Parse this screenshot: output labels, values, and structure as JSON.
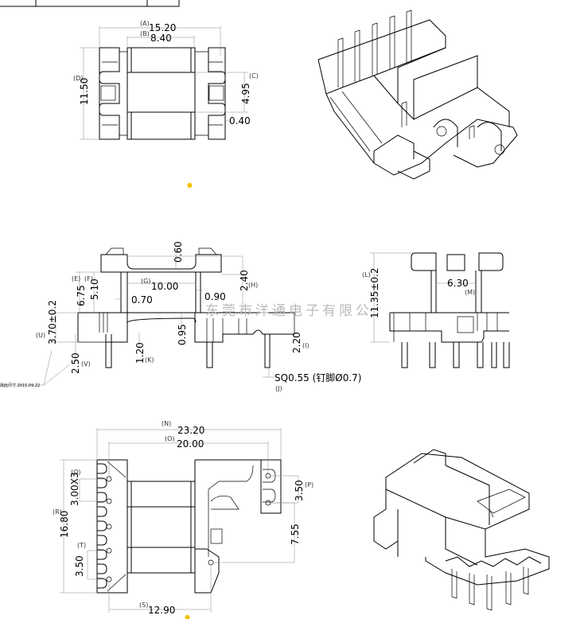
{
  "watermark": "东莞市洋通电子有限公",
  "stamp_note": "改此尺寸 2015.09.22",
  "top_view": {
    "dim_a": {
      "label": "(A)",
      "value": "15.20"
    },
    "dim_b": {
      "label": "(B)",
      "value": "8.40"
    },
    "dim_c": {
      "label": "(C)",
      "value": "4.95"
    },
    "dim_d": {
      "label": "(D)",
      "value": "11.50"
    },
    "dim_040": "0.40"
  },
  "side_view": {
    "dim_060": "0.60",
    "dim_g": {
      "label": "(G)",
      "value": "10.00"
    },
    "dim_070": "0.70",
    "dim_090": "0.90",
    "dim_h": {
      "label": "(H)",
      "value": "2.40"
    },
    "dim_e": {
      "label": "(E)",
      "value": "6.75"
    },
    "dim_f": {
      "label": "(F)",
      "value": "5.10"
    },
    "dim_u": {
      "label": "(U)",
      "value": "3.70±0.2"
    },
    "dim_095": "0.95",
    "dim_k": {
      "label": "(K)",
      "value": "1.20"
    },
    "dim_v": {
      "label": "(V)",
      "value": "2.50"
    },
    "dim_i": {
      "label": "(I)",
      "value": "2.20"
    },
    "dim_j": {
      "label": "(J)",
      "value": "SQ0.55 (钉脚Ø0.7)"
    }
  },
  "end_view": {
    "dim_l": {
      "label": "(L)",
      "value": "11.35±0.2"
    },
    "dim_m": {
      "label": "(M)",
      "value": "6.30"
    }
  },
  "bottom_view": {
    "dim_n": {
      "label": "(N)",
      "value": "23.20"
    },
    "dim_o": {
      "label": "(O)",
      "value": "20.00"
    },
    "dim_q": {
      "label": "(Q)",
      "value": "3.00X3"
    },
    "dim_r": {
      "label": "(R)",
      "value": "16.80"
    },
    "dim_t": {
      "label": "(T)",
      "value": "3.50"
    },
    "dim_s": {
      "label": "(S)",
      "value": "12.90"
    },
    "dim_p": {
      "label": "(P)",
      "value": "3.50"
    },
    "dim_755": "7.55"
  }
}
